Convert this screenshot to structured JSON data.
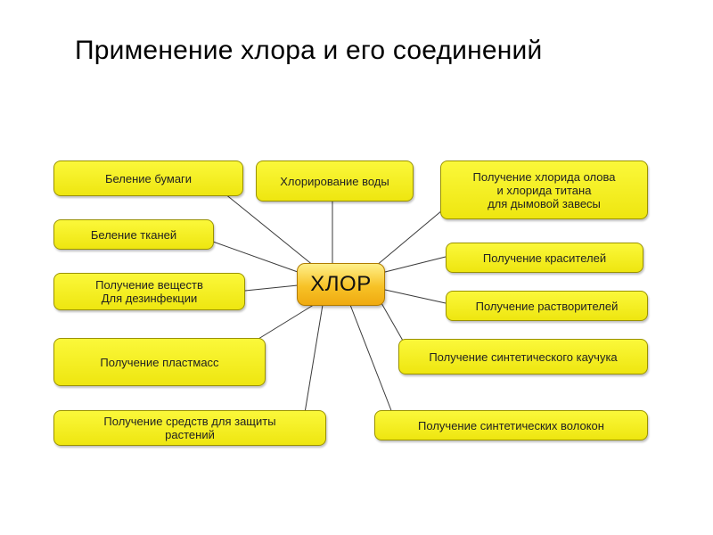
{
  "title": "Применение хлора и его соединений",
  "center": "ХЛОР",
  "nodes": [
    {
      "id": "paper",
      "label": "Беление бумаги"
    },
    {
      "id": "water",
      "label": "Хлорирование воды"
    },
    {
      "id": "chlorides",
      "label": "Получение хлорида олова\nи хлорида титана\nдля дымовой завесы"
    },
    {
      "id": "fabric",
      "label": "Беление тканей"
    },
    {
      "id": "dyes",
      "label": "Получение красителей"
    },
    {
      "id": "disinfect",
      "label": "Получение веществ\nДля дезинфекции"
    },
    {
      "id": "solvents",
      "label": "Получение растворителей"
    },
    {
      "id": "plastics",
      "label": "Получение пластмасс"
    },
    {
      "id": "rubber",
      "label": "Получение синтетического каучука"
    },
    {
      "id": "plants",
      "label": "Получение средств для защиты\nрастений"
    },
    {
      "id": "fibers",
      "label": "Получение синтетических волокон"
    }
  ],
  "colors": {
    "node_fill": "#f5ef22",
    "node_border": "#9a9200",
    "hub_fill": "#f7c227",
    "line": "#3a3a3a"
  }
}
